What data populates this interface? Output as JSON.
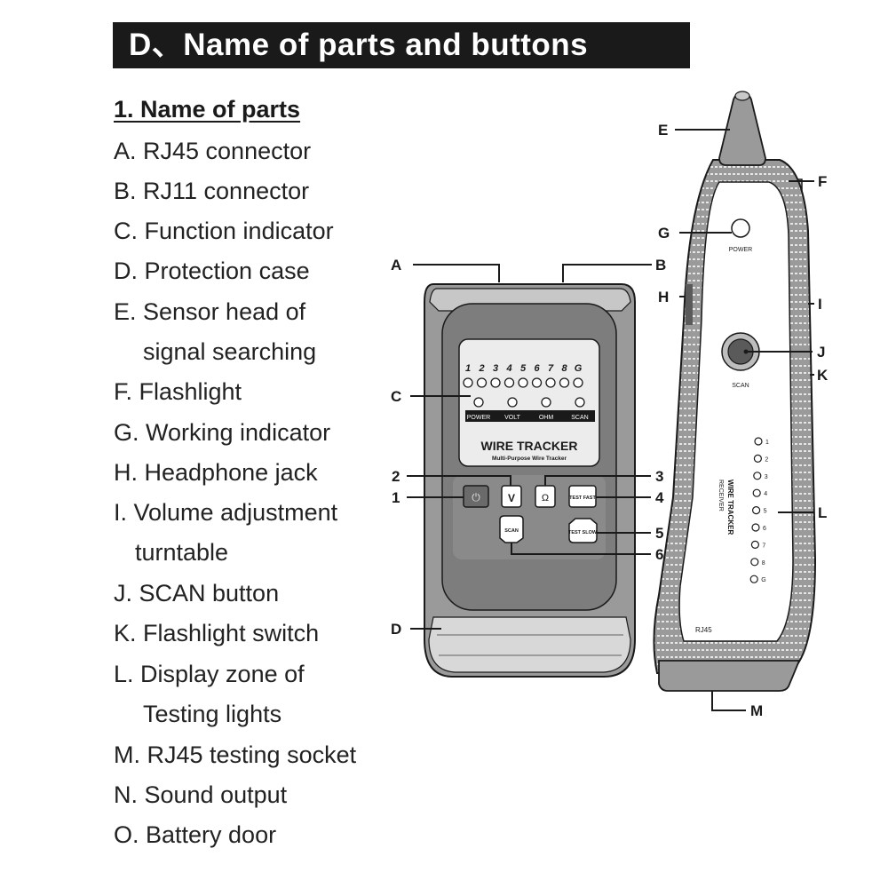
{
  "title": "D、Name of parts and buttons",
  "parts_heading": "1. Name of parts",
  "parts": [
    {
      "line1": "A. RJ45 connector"
    },
    {
      "line1": "B. RJ11 connector"
    },
    {
      "line1": "C. Function indicator"
    },
    {
      "line1": "D. Protection case"
    },
    {
      "line1": "E. Sensor head of",
      "line2": "signal searching"
    },
    {
      "line1": "F. Flashlight"
    },
    {
      "line1": "G. Working indicator"
    },
    {
      "line1": "H. Headphone jack"
    },
    {
      "line1": "I. Volume adjustment",
      "line2": "turntable"
    },
    {
      "line1": "J. SCAN button"
    },
    {
      "line1": "K. Flashlight switch"
    },
    {
      "line1": "L. Display zone of",
      "line2": "Testing lights"
    },
    {
      "line1": "M. RJ45 testing socket"
    },
    {
      "line1": "N. Sound output"
    },
    {
      "line1": "O. Battery door"
    }
  ],
  "callouts": {
    "A": "A",
    "B": "B",
    "C": "C",
    "D": "D",
    "E": "E",
    "F": "F",
    "G": "G",
    "H": "H",
    "I": "I",
    "J": "J",
    "K": "K",
    "L": "L",
    "M": "M",
    "n1": "1",
    "n2": "2",
    "n3": "3",
    "n4": "4",
    "n5": "5",
    "n6": "6"
  },
  "transmitter": {
    "digits": [
      "1",
      "2",
      "3",
      "4",
      "5",
      "6",
      "7",
      "8",
      "G"
    ],
    "mode_labels": [
      "POWER",
      "VOLT",
      "OHM",
      "SCAN"
    ],
    "brand": "WIRE TRACKER",
    "subtitle": "Multi-Purpose Wire Tracker",
    "btn_v": "V",
    "btn_ohm": "Ω",
    "btn_test_fast": "TEST FAST",
    "btn_scan": "SCAN",
    "btn_test_slow": "TEST SLOW",
    "power_symbol": "⏻"
  },
  "receiver": {
    "power_label": "POWER",
    "scan_label": "SCAN",
    "light_labels": [
      "1",
      "2",
      "3",
      "4",
      "5",
      "6",
      "7",
      "8",
      "G"
    ],
    "brand_line1": "WIRE TRACKER",
    "brand_line2": "RECEIVER",
    "socket_label": "RJ45"
  },
  "colors": {
    "body_gray": "#9a9a9a",
    "dark_gray": "#5a5a5a",
    "light_gray": "#d6d6d6",
    "screen_bg": "#ececec",
    "ink": "#1a1a1a"
  }
}
